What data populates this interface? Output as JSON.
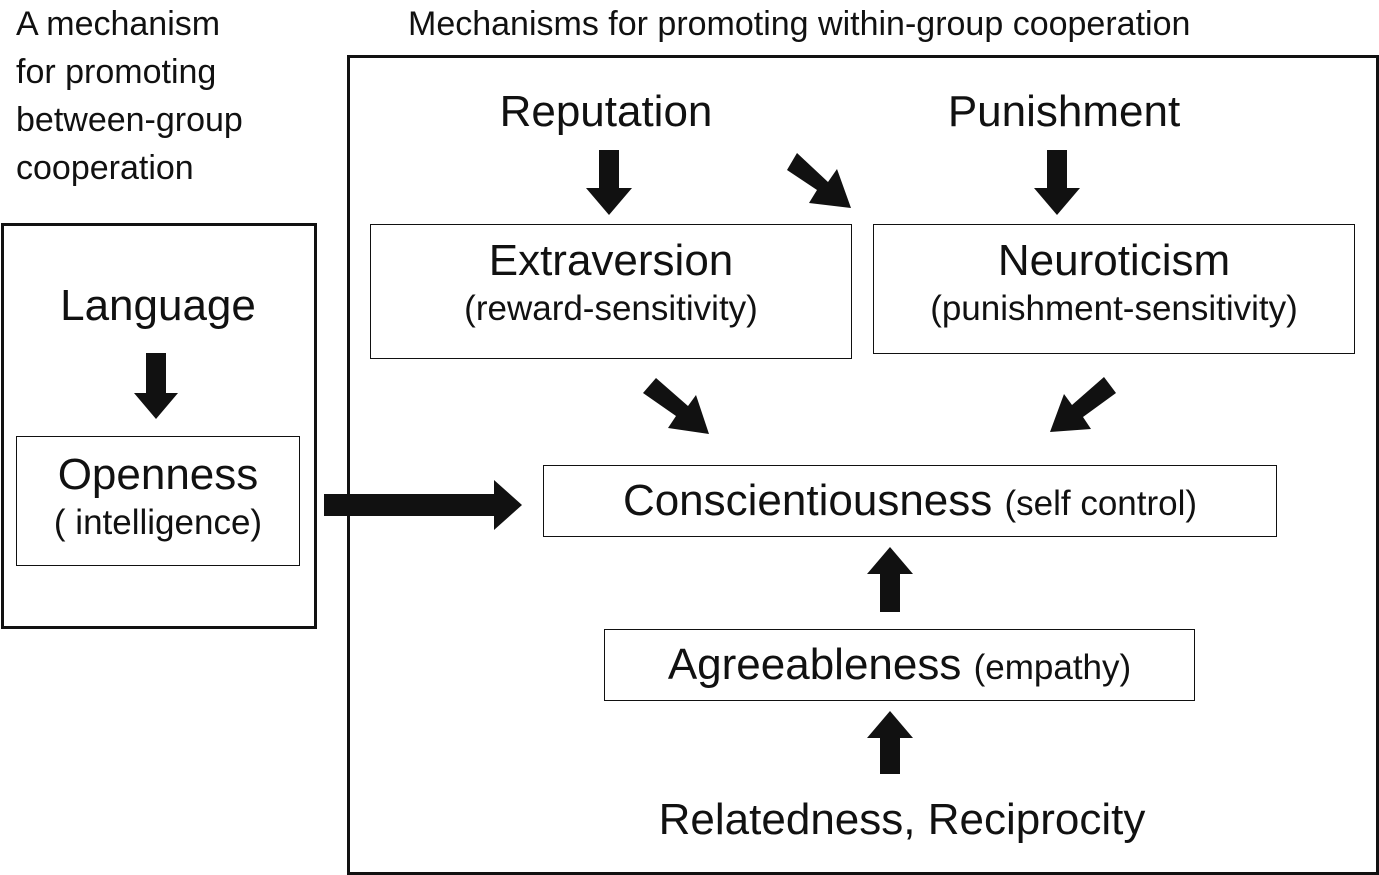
{
  "headings": {
    "between_group": [
      "A mechanism",
      "for promoting",
      "between-group",
      "cooperation"
    ],
    "within_group": "Mechanisms for promoting within-group cooperation"
  },
  "left_panel": {
    "language": "Language",
    "openness": {
      "title": "Openness",
      "subtitle": "( intelligence)"
    }
  },
  "right_panel": {
    "reputation": "Reputation",
    "punishment": "Punishment",
    "extraversion": {
      "title": "Extraversion",
      "subtitle": "(reward-sensitivity)"
    },
    "neuroticism": {
      "title": "Neuroticism",
      "subtitle": "(punishment-sensitivity)"
    },
    "conscientiousness": {
      "title": "Conscientiousness",
      "subtitle": "(self control)"
    },
    "agreeableness": {
      "title": "Agreeableness",
      "subtitle": "(empathy)"
    },
    "bottom_label": "Relatedness, Reciprocity"
  }
}
